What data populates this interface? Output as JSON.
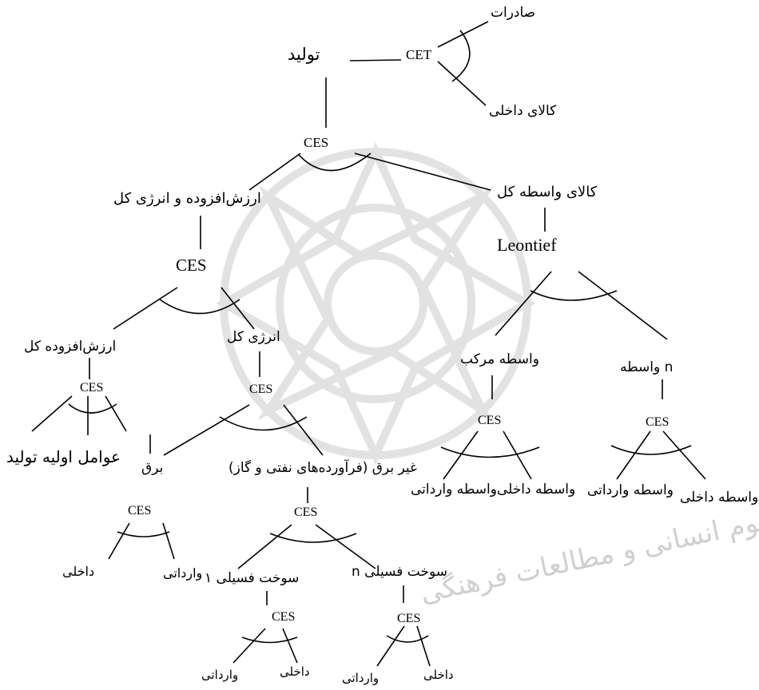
{
  "colors": {
    "line": "#000000",
    "watermark": "#d6d6d6",
    "background": "#ffffff"
  },
  "nodes": {
    "cet": "CET",
    "exports": "صادرات",
    "domestic_goods": "کالای داخلی",
    "production": "تولید",
    "ces_top": "CES",
    "value_added_energy": "ارزش‌افزوده و انرژی کل",
    "intermediate_total": "کالای واسطه کل",
    "ces_va_energy": "CES",
    "leontief": "Leontief",
    "value_added_total": "ارزش‌افزوده کل",
    "energy_total": "انرژی کل",
    "composite_intermediate": "واسطه مرکب",
    "intermediate_n": "n واسطه",
    "ces_va": "CES",
    "ces_energy": "CES",
    "ces_composite": "CES",
    "ces_n": "CES",
    "primary_factors": "عوامل اولیه تولید",
    "electricity": "برق",
    "non_electricity": "غیر برق (فرآورده‌های نفتی و گاز)",
    "imported_intermediate_1": "واسطه وارداتی",
    "domestic_intermediate_1": "واسطه داخلی",
    "imported_intermediate_2": "واسطه وارداتی",
    "domestic_intermediate_2": "واسطه داخلی",
    "ces_elec": "CES",
    "ces_nonelec": "CES",
    "elec_domestic": "داخلی",
    "elec_imported": "وارداتی",
    "fossil_1": "سوخت فسیلی ۱",
    "fossil_n": "سوخت فسیلی n",
    "ces_f1": "CES",
    "ces_fn": "CES",
    "f1_imported": "وارداتی",
    "f1_domestic": "داخلی",
    "fn_imported": "وارداتی",
    "fn_domestic": "داخلی"
  }
}
